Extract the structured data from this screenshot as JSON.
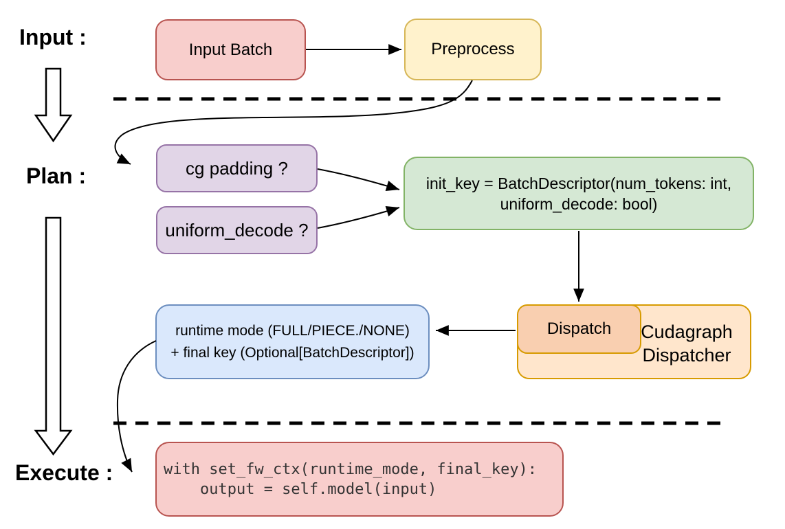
{
  "diagram": {
    "background": "#ffffff",
    "connector_color": "#000000",
    "phase_labels": {
      "input": "Input :",
      "plan": "Plan :",
      "execute": "Execute :"
    },
    "nodes": {
      "input_batch": {
        "label": "Input Batch",
        "fill": "#F8CECC",
        "stroke": "#B85450",
        "text_color": "#000000"
      },
      "preprocess": {
        "label": "Preprocess",
        "fill": "#FFF2CC",
        "stroke": "#D6B656",
        "text_color": "#000000"
      },
      "cg_padding": {
        "label": "cg padding ?",
        "fill": "#E1D5E7",
        "stroke": "#9673A6",
        "text_color": "#000000"
      },
      "uniform_decode": {
        "label": "uniform_decode ?",
        "fill": "#E1D5E7",
        "stroke": "#9673A6",
        "text_color": "#000000"
      },
      "init_key": {
        "line1": "init_key = BatchDescriptor(num_tokens: int,",
        "line2": "uniform_decode: bool)",
        "fill": "#D5E8D4",
        "stroke": "#82B366",
        "text_color": "#000000"
      },
      "dispatch": {
        "label": "Dispatch",
        "fill": "#F9CFB0",
        "stroke": "#D79B00",
        "text_color": "#000000"
      },
      "cudagraph_dispatcher": {
        "line1": "Cudagraph",
        "line2": "Dispatcher",
        "fill": "#FFE6CC",
        "stroke": "#D79B00",
        "text_color": "#000000"
      },
      "runtime_mode": {
        "line1": "runtime mode (FULL/PIECE./NONE)",
        "line2": "+ final key (Optional[BatchDescriptor])",
        "fill": "#DAE8FC",
        "stroke": "#6C8EBF",
        "text_color": "#000000"
      },
      "execute_code": {
        "line1": "with set_fw_ctx(runtime_mode, final_key):",
        "line2": "    output = self.model(input)",
        "fill": "#F8CECC",
        "stroke": "#B85450",
        "text_color": "#333333"
      }
    }
  }
}
